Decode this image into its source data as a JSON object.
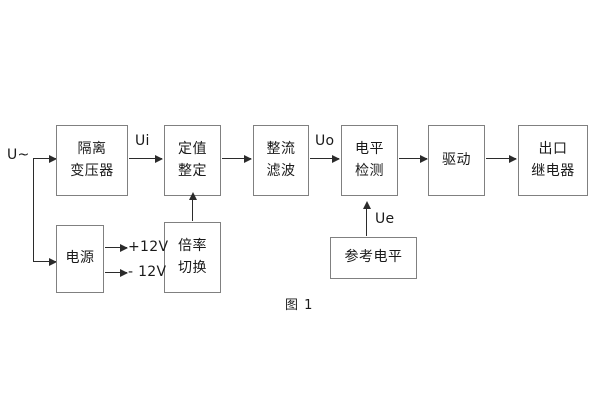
{
  "figure": {
    "caption": "图 1",
    "source_label": "U~",
    "boxes": [
      {
        "id": "isolation-transformer",
        "lines": [
          "隔离",
          "变压器"
        ]
      },
      {
        "id": "setting-value",
        "lines": [
          "定值",
          "整定"
        ]
      },
      {
        "id": "rectify-filter",
        "lines": [
          "整流",
          "滤波"
        ]
      },
      {
        "id": "level-detect",
        "lines": [
          "电平",
          "检测"
        ]
      },
      {
        "id": "drive",
        "lines": [
          "驱动"
        ]
      },
      {
        "id": "output-relay",
        "lines": [
          "出口",
          "继电器"
        ]
      },
      {
        "id": "power-supply",
        "lines": [
          "电源"
        ]
      },
      {
        "id": "multiplier-switch",
        "lines": [
          "倍率",
          "切换"
        ]
      },
      {
        "id": "reference-level",
        "lines": [
          "参考电平"
        ]
      }
    ],
    "signal_labels": [
      {
        "id": "ui",
        "text": "Ui"
      },
      {
        "id": "uo",
        "text": "Uo"
      },
      {
        "id": "ue",
        "text": "Ue"
      }
    ],
    "rail_labels": [
      {
        "id": "rail-pos",
        "text": "+12V"
      },
      {
        "id": "rail-neg",
        "text": "- 12V"
      }
    ],
    "colors": {
      "background": "#ffffff",
      "box_border": "#808080",
      "connector": "#2b2b2b",
      "text": "#1a1a1a"
    }
  }
}
